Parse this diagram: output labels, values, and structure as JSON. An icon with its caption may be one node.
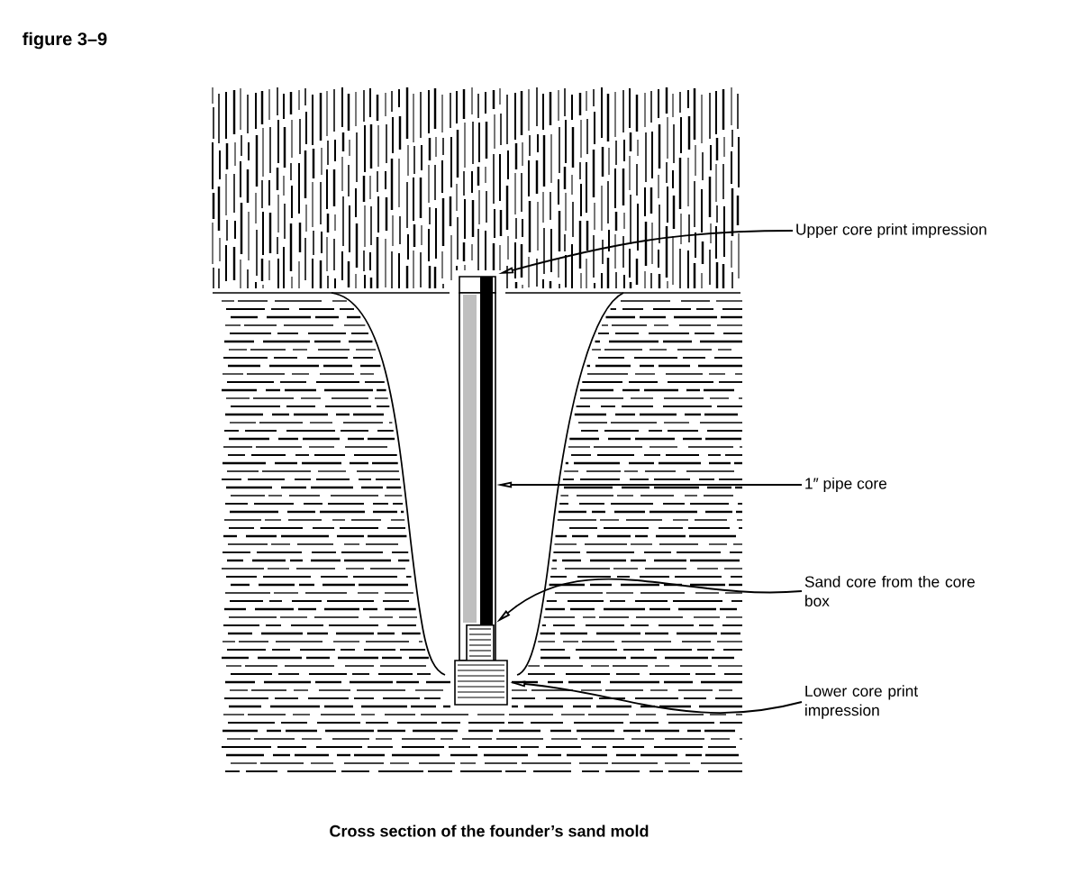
{
  "diagram": {
    "title": "figure 3–9",
    "caption": "Cross section of the founder’s sand mold",
    "nodes": [
      {
        "text": [
          "Upper core print impression"
        ]
      },
      {
        "text": [],
        "shape": "box"
      },
      {
        "text": [
          "1″ pipe core"
        ]
      },
      {
        "text": [],
        "shape": "box"
      },
      {
        "text": [
          "Sand core from the core box"
        ]
      },
      {
        "text": [],
        "shape": "box",
        "in": 3
      },
      {
        "text": [
          "Lower core print impression"
        ]
      },
      {
        "text": [],
        "shape": "box"
      }
    ],
    "edges": [
      {
        "from": 0,
        "to": 1,
        "arrow": "to"
      },
      {
        "from": 2,
        "to": 3,
        "arrow": "to"
      },
      {
        "from": 4,
        "to": 5,
        "arrow": "to"
      },
      {
        "from": 6,
        "to": 7,
        "arrow": "to"
      }
    ]
  }
}
